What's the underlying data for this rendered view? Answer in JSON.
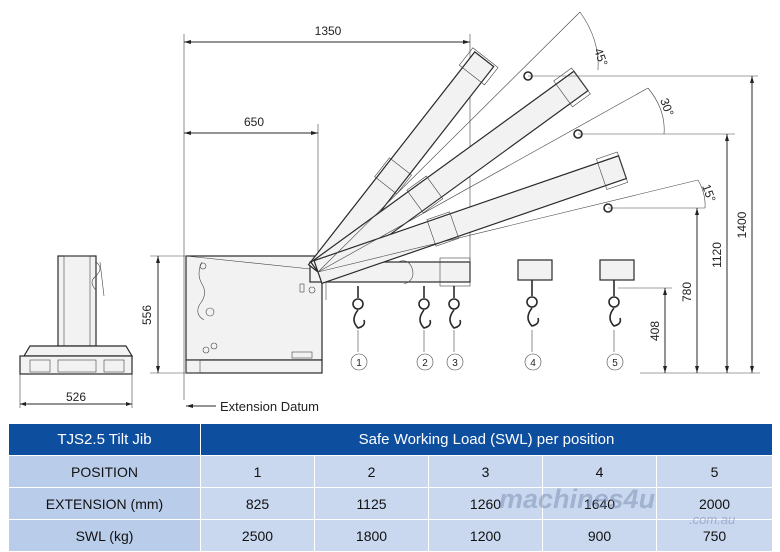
{
  "diagram": {
    "dimensions": {
      "overall_reach": "1350",
      "datum_offset": "650",
      "height_total": "556",
      "base_width": "526",
      "height_pos5": "408",
      "height_15deg": "780",
      "height_30deg": "1120",
      "height_45deg": "1400"
    },
    "angles": {
      "a15": "15°",
      "a30": "30°",
      "a45": "45°"
    },
    "datum_label": "Extension Datum",
    "position_markers": [
      "1",
      "2",
      "3",
      "4",
      "5"
    ]
  },
  "table": {
    "title": "TJS2.5 Tilt Jib",
    "header": "Safe Working Load (SWL) per position",
    "rows": [
      {
        "label": "POSITION",
        "values": [
          "1",
          "2",
          "3",
          "4",
          "5"
        ]
      },
      {
        "label": "EXTENSION (mm)",
        "values": [
          "825",
          "1125",
          "1260",
          "1640",
          "2000"
        ]
      },
      {
        "label": "SWL (kg)",
        "values": [
          "2500",
          "1800",
          "1200",
          "900",
          "750"
        ]
      }
    ]
  },
  "watermark": {
    "brand": "machines4u",
    "domain": ".com.au"
  },
  "colors": {
    "table_header": "#0d4f9e",
    "label_cell": "#b9ccea",
    "value_cell": "#c9d8ef"
  }
}
